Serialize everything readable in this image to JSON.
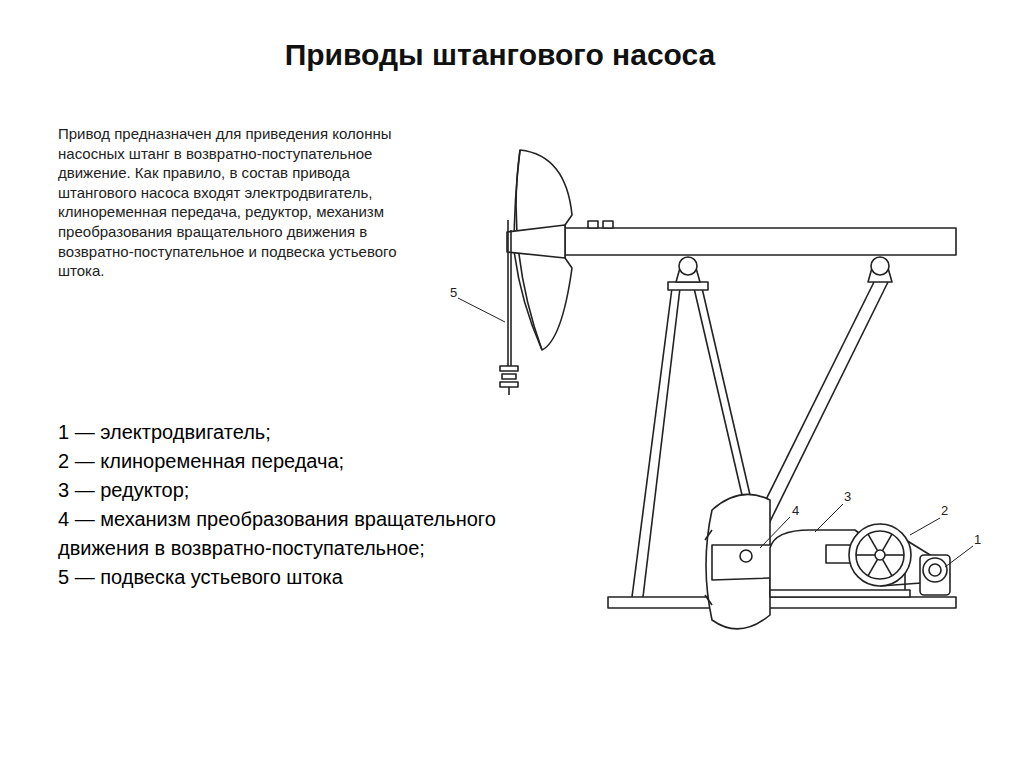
{
  "diagram": {
    "title": "Приводы штангового насоса",
    "labels": [
      "Привод предназначен для приведения колонны насосных штанг в возвратно-поступательное движение. Как правило, в состав привода штангового насоса входят электродвигатель, клиноременная передача, редуктор, механизм преобразования вращательного движения в возвратно-поступательное и подвеска устьевого штока.",
      "1 — электродвигатель;",
      "2 — клиноременная передача;",
      "3 — редуктор;",
      "4 — механизм преобразования вращательного движения в возвратно-поступательное;",
      "5 — подвеска устьевого штока",
      "5",
      "4",
      "3",
      "2",
      "1"
    ]
  }
}
